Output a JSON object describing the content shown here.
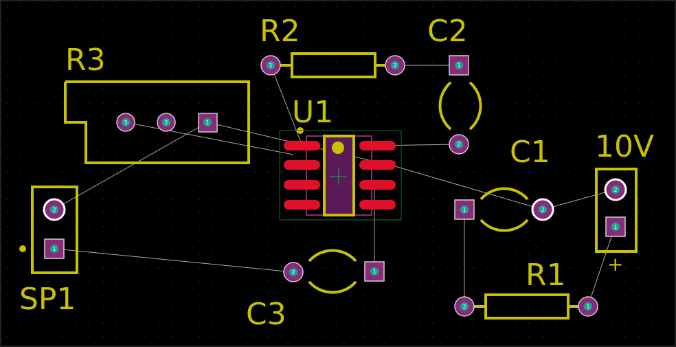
{
  "colors": {
    "background": "#000000",
    "silkscreen": "#c8c200",
    "pad": "#8a2a7a",
    "pad_core": "#1aa58f",
    "smd_pad": "#e0102a",
    "ratsnest": "#d8d8c8"
  },
  "labels": {
    "r3": "R3",
    "r2": "R2",
    "c2": "C2",
    "u1": "U1",
    "c1": "C1",
    "v10": "10V",
    "plus": "+",
    "sp1": "SP1",
    "c3": "C3",
    "r1": "R1"
  },
  "pads": {
    "r3_1": "1",
    "r3_2": "2",
    "r3_3": "3",
    "r2_1": "1",
    "r2_2": "2",
    "c2_1": "1",
    "c2_2": "2",
    "c1_1": "1",
    "c1_2": "2",
    "sp1_1": "1",
    "sp1_2": "2",
    "c3_1": "1",
    "c3_2": "2",
    "r1_1": "1",
    "r1_2": "2",
    "v10_1": "1",
    "v10_2": "2"
  }
}
